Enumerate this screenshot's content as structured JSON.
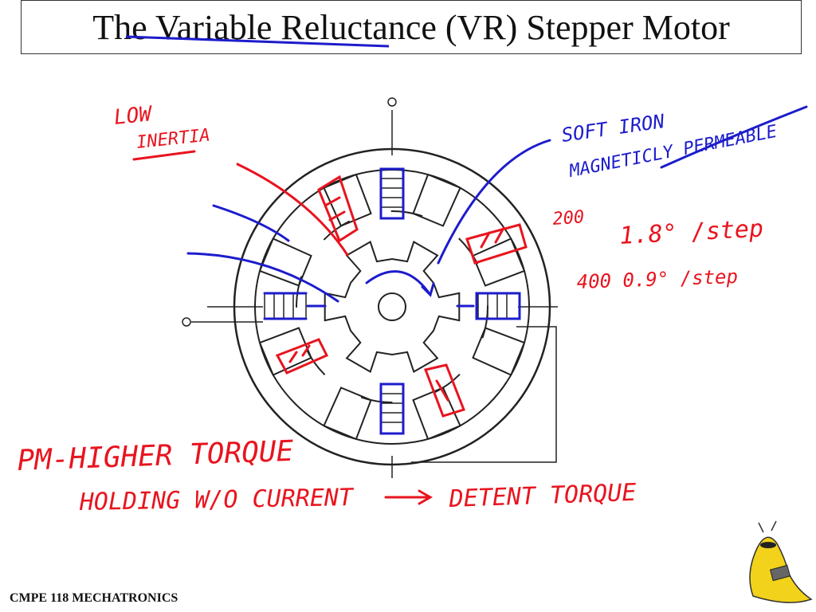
{
  "title": "The Variable Reluctance (VR) Stepper Motor",
  "footer": "CMPE 118 MECHATRONICS",
  "annotations": {
    "low_inertia_line1": "LOW",
    "low_inertia_line2": "INERTIA",
    "soft_iron_line1": "SOFT IRON",
    "soft_iron_line2": "MAGNETICLY PERMEABLE",
    "steps_200": "200",
    "step_angle_full": "1.8° /step",
    "step_angle_half": "400  0.9° /step",
    "pm_torque": "PM-HIGHER TORQUE",
    "holding": "HOLDING W/O CURRENT",
    "detent": "DETENT  TORQUE"
  },
  "colors": {
    "red_ink": "#e8141e",
    "blue_ink": "#1c1ccc",
    "line": "#222222",
    "mascot": "#f2d21a"
  },
  "icons": {
    "mascot": "banana-slug-icon"
  }
}
